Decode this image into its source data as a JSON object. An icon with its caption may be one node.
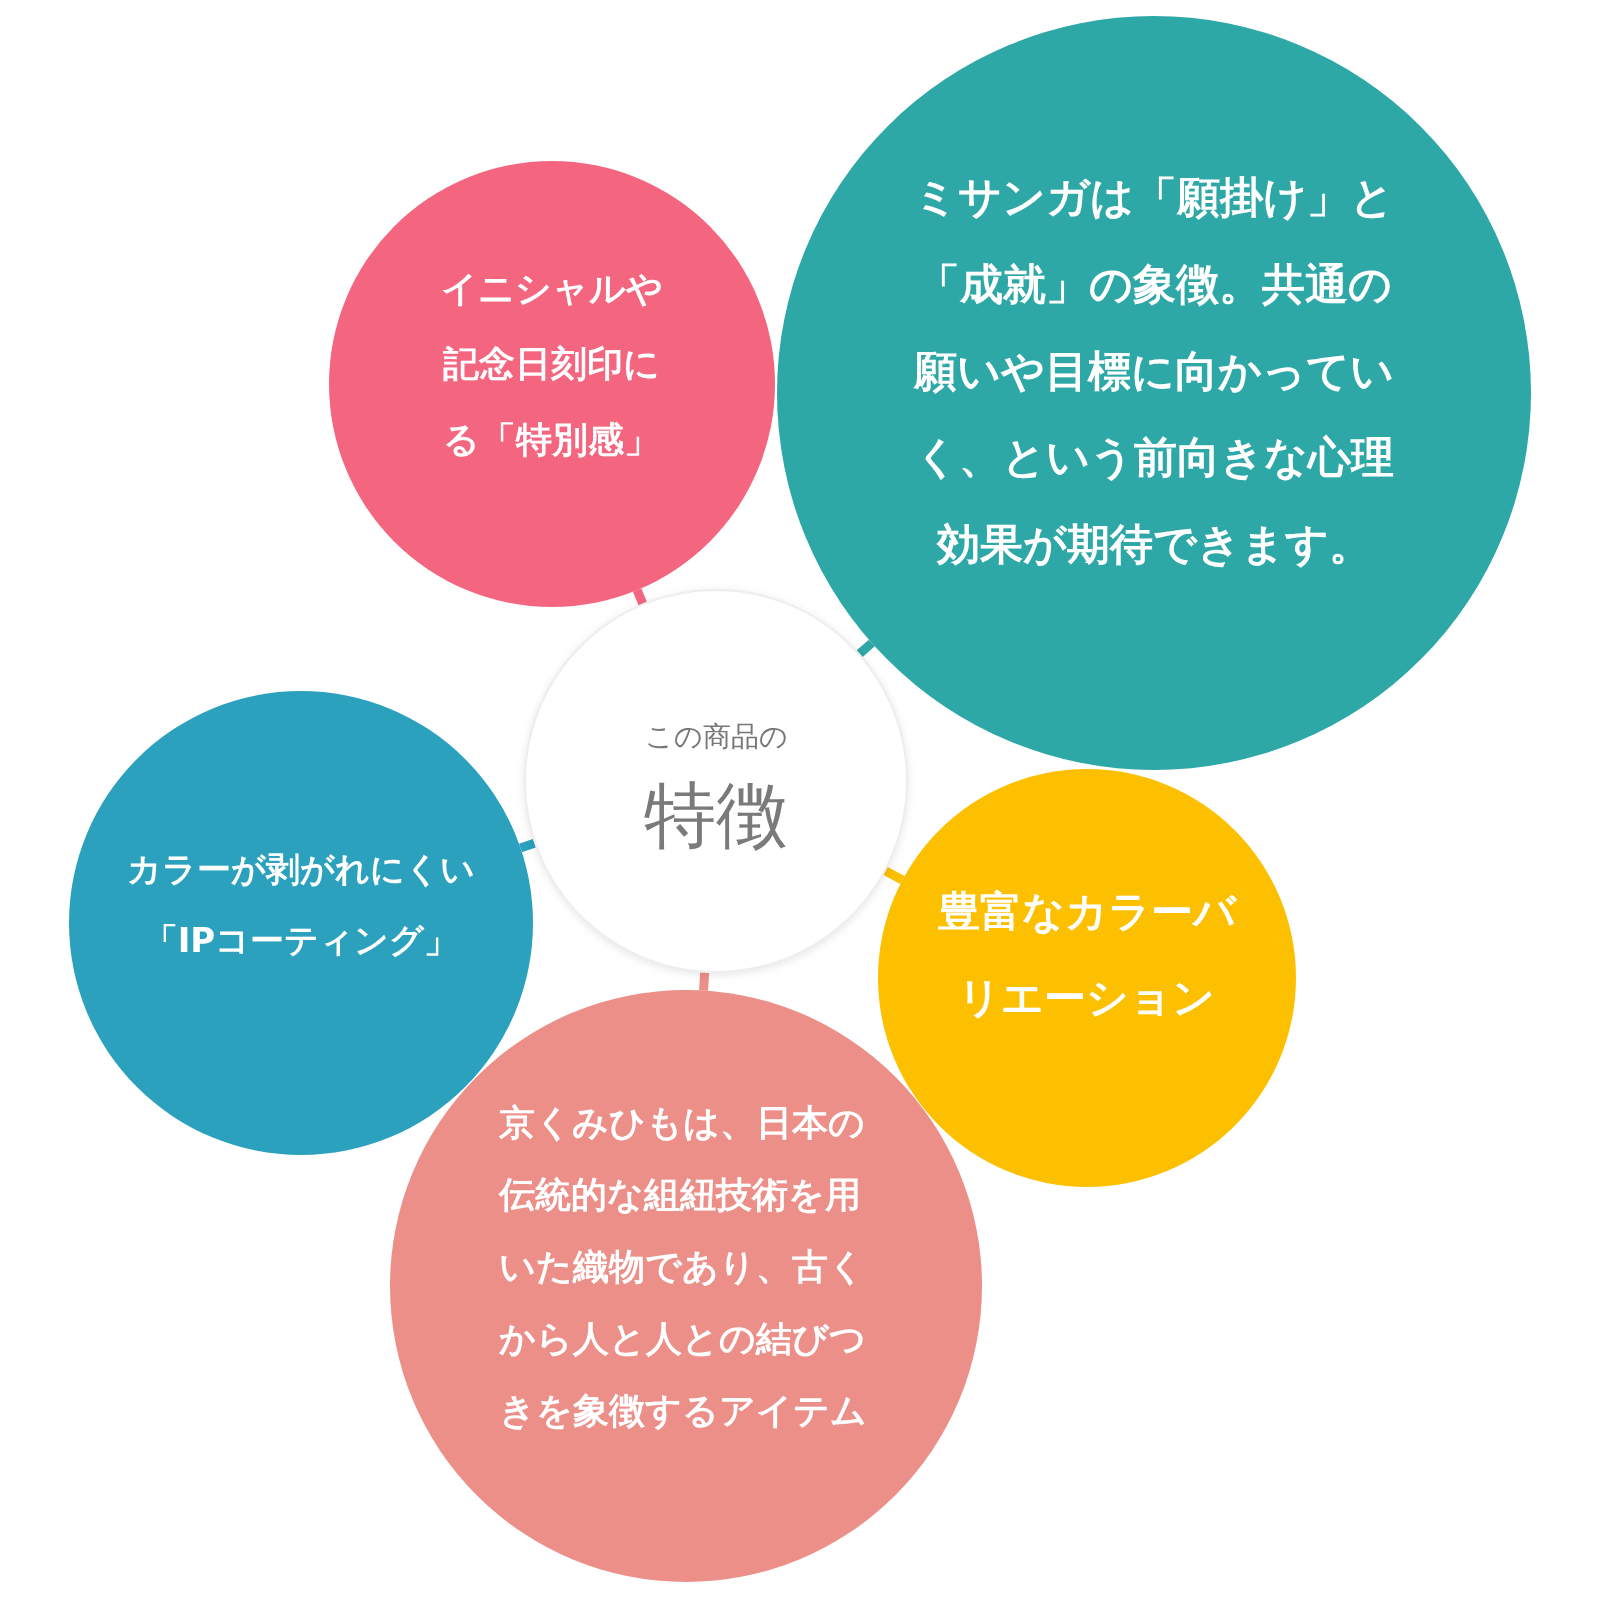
{
  "diagram": {
    "nodes": [
      {
        "text": [
          "この商品の",
          "特徴"
        ]
      },
      {
        "text": [
          "イニシャルや記念日刻印にる「特別感」"
        ]
      },
      {
        "text": [
          "ミサンガは「願掛け」と「成就」の象徴。共通の願いや目標に向かっていく、という前向きな心理効果が期待できます。"
        ]
      },
      {
        "text": [
          "豊富なカラーバリエーション"
        ]
      },
      {
        "text": [
          "京くみひもは、日本の伝統的な組紐技術を用いた織物であり、古くから人と人との結びつきを象徴するアイテム"
        ]
      },
      {
        "text": [
          "カラーが剥がれにくい「IPコーティング」"
        ]
      }
    ],
    "edges": [
      {
        "from": 0,
        "to": 1,
        "arrow": "none",
        "color": "#f4667f"
      },
      {
        "from": 0,
        "to": 2,
        "arrow": "none",
        "color": "#2ea7a7"
      },
      {
        "from": 0,
        "to": 3,
        "arrow": "none",
        "color": "#fcc000"
      },
      {
        "from": 0,
        "to": 4,
        "arrow": "none",
        "color": "#ec8f89"
      },
      {
        "from": 0,
        "to": 5,
        "arrow": "none",
        "color": "#2ba1be"
      }
    ]
  }
}
